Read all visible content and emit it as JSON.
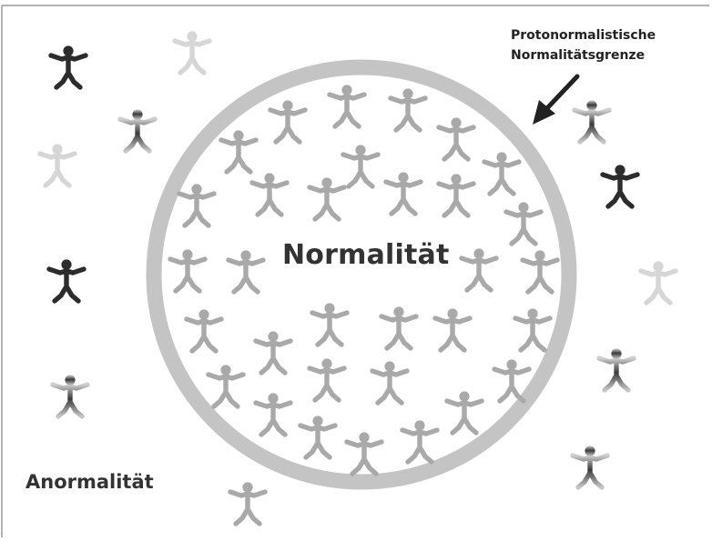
{
  "labels": {
    "normality": "Normalität",
    "abnormality": "Anormalität",
    "boundary_line1": "Protonormalistische",
    "boundary_line2": "Normalitätsgrenze"
  },
  "colors": {
    "ring": "#c4c4c4",
    "figure_inside": "#a9a9a9",
    "figure_dark": "#2c2c2c",
    "figure_light": "#d6d6d6",
    "arrow": "#222222",
    "text": "#333333"
  }
}
